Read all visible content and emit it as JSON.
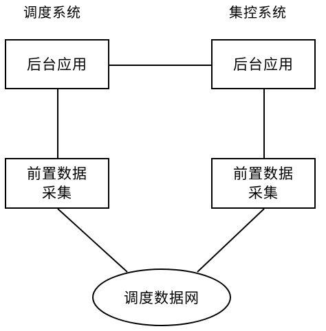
{
  "titles": {
    "left": "调度系统",
    "right": "集控系统"
  },
  "nodes": {
    "dispatch_backend": "后台应用",
    "control_backend": "后台应用",
    "dispatch_frontend": [
      "前置数据",
      "采集"
    ],
    "control_frontend": [
      "前置数据",
      "采集"
    ],
    "network": "调度数据网"
  },
  "style": {
    "stroke": "#000000",
    "fill": "#ffffff"
  }
}
